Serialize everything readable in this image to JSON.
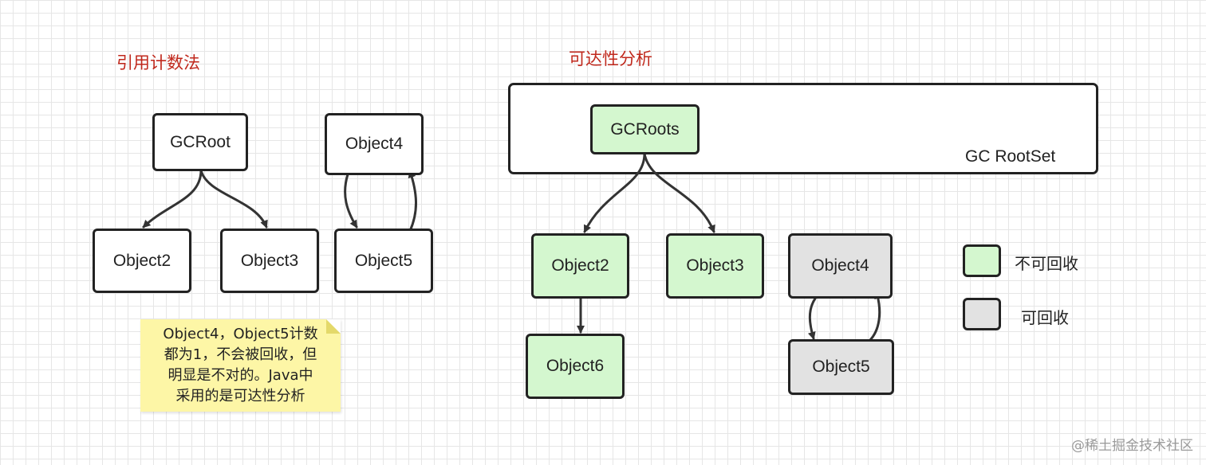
{
  "left_panel": {
    "title": "引用计数法",
    "nodes": {
      "gcroot": "GCRoot",
      "object2": "Object2",
      "object3": "Object3",
      "object4": "Object4",
      "object5": "Object5"
    },
    "note": [
      "Object4，Object5计数",
      "都为1，不会被回收，但",
      "明显是不对的。Java中",
      "采用的是可达性分析"
    ]
  },
  "right_panel": {
    "title": "可达性分析",
    "rootset_label": "GC RootSet",
    "nodes": {
      "gcroots": "GCRoots",
      "object2": "Object2",
      "object3": "Object3",
      "object4": "Object4",
      "object5": "Object5",
      "object6": "Object6"
    }
  },
  "legend": {
    "items": [
      {
        "label": "不可回收",
        "color": "#d4f7cf"
      },
      {
        "label": "可回收",
        "color": "#e2e2e2"
      }
    ]
  },
  "watermark": "@稀土掘金技术社区",
  "colors": {
    "title_red": "#c0281c",
    "reachable_green": "#d4f7cf",
    "collectable_gray": "#e2e2e2",
    "note_yellow": "#fdf6a6"
  }
}
